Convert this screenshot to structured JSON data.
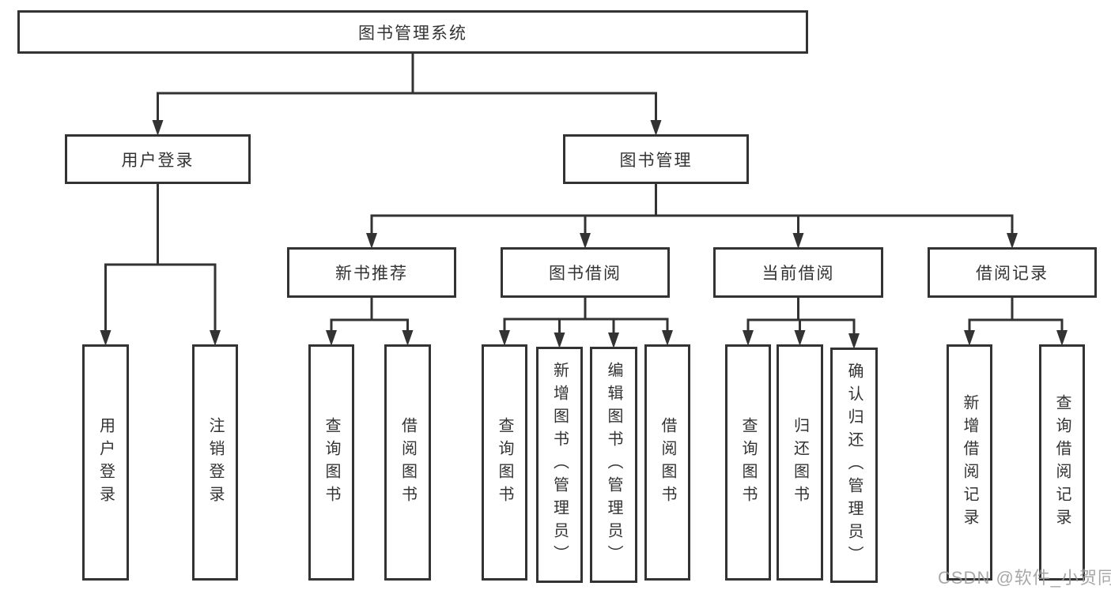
{
  "diagram": {
    "kind": "functional-structure-tree",
    "root_label": "图书管理系统"
  },
  "colors": {
    "line": "#333333",
    "text": "#333333",
    "background": "#ffffff",
    "watermark": "#9a9a9a"
  },
  "watermark": "CSDN @软件_小贺同学",
  "nodes": [
    {
      "id": "root",
      "label": "图书管理系统",
      "orientation": "h"
    },
    {
      "id": "user-login",
      "label": "用户登录",
      "orientation": "h"
    },
    {
      "id": "book-management",
      "label": "图书管理",
      "orientation": "h"
    },
    {
      "id": "new-book-recommend",
      "label": "新书推荐",
      "orientation": "h"
    },
    {
      "id": "book-borrowing",
      "label": "图书借阅",
      "orientation": "h"
    },
    {
      "id": "current-borrowing",
      "label": "当前借阅",
      "orientation": "h"
    },
    {
      "id": "borrowing-records",
      "label": "借阅记录",
      "orientation": "h"
    },
    {
      "id": "user-login-leaf",
      "label": "用户登录",
      "orientation": "v"
    },
    {
      "id": "logout-leaf",
      "label": "注销登录",
      "orientation": "v"
    },
    {
      "id": "query-books-recommend",
      "label": "查询图书",
      "orientation": "v"
    },
    {
      "id": "borrow-books-recommend",
      "label": "借阅图书",
      "orientation": "v"
    },
    {
      "id": "query-books-borrowing",
      "label": "查询图书",
      "orientation": "v"
    },
    {
      "id": "add-books-admin",
      "label": "新增图书（管理员）",
      "orientation": "v"
    },
    {
      "id": "edit-books-admin",
      "label": "编辑图书（管理员）",
      "orientation": "v"
    },
    {
      "id": "borrow-books-borrowing",
      "label": "借阅图书",
      "orientation": "v"
    },
    {
      "id": "query-books-current",
      "label": "查询图书",
      "orientation": "v"
    },
    {
      "id": "return-books",
      "label": "归还图书",
      "orientation": "v"
    },
    {
      "id": "confirm-return-admin",
      "label": "确认归还（管理员）",
      "orientation": "v"
    },
    {
      "id": "add-borrow-record",
      "label": "新增借阅记录",
      "orientation": "v"
    },
    {
      "id": "query-borrow-record",
      "label": "查询借阅记录",
      "orientation": "v"
    }
  ],
  "edges": [
    {
      "from": "root",
      "to": [
        "user-login",
        "book-management"
      ]
    },
    {
      "from": "user-login",
      "to": [
        "user-login-leaf",
        "logout-leaf"
      ]
    },
    {
      "from": "book-management",
      "to": [
        "new-book-recommend",
        "book-borrowing",
        "current-borrowing",
        "borrowing-records"
      ]
    },
    {
      "from": "new-book-recommend",
      "to": [
        "query-books-recommend",
        "borrow-books-recommend"
      ]
    },
    {
      "from": "book-borrowing",
      "to": [
        "query-books-borrowing",
        "add-books-admin",
        "edit-books-admin",
        "borrow-books-borrowing"
      ]
    },
    {
      "from": "current-borrowing",
      "to": [
        "query-books-current",
        "return-books",
        "confirm-return-admin"
      ]
    },
    {
      "from": "borrowing-records",
      "to": [
        "add-borrow-record",
        "query-borrow-record"
      ]
    }
  ]
}
